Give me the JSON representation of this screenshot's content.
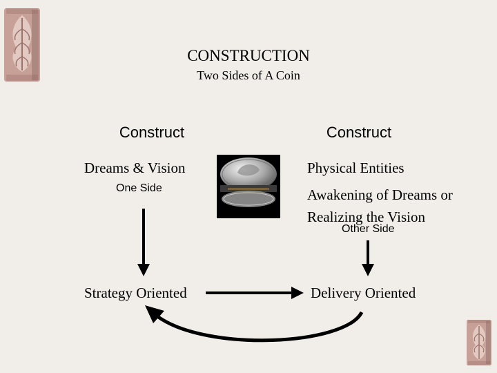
{
  "title": "CONSTRUCTION",
  "subtitle": "Two Sides of A Coin",
  "left": {
    "heading": "Construct",
    "item": "Dreams & Vision",
    "side_label": "One Side",
    "bottom": "Strategy Oriented"
  },
  "right": {
    "heading": "Construct",
    "item1": "Physical Entities",
    "item2_line1": "Awakening of Dreams or",
    "item2_line2": "Realizing the Vision",
    "side_label": "Other Side",
    "bottom": "Delivery Oriented"
  },
  "icons": {
    "coin": "coin-icon",
    "ornament": "corbel-ornament-icon"
  },
  "colors": {
    "background": "#f1eeea",
    "ornament": "#c9a49a"
  }
}
